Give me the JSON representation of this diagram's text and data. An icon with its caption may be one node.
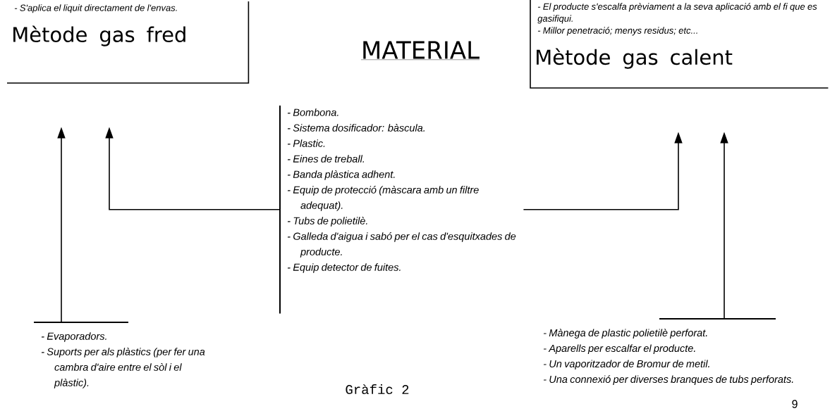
{
  "diagram": {
    "title": "MATERIAL",
    "caption": "Gràfic 2",
    "nodes": [
      {
        "text": [
          "- S'aplica el liquit directament de l'envas.",
          "Mètode gas fred"
        ]
      },
      {
        "text": [
          "- El producte s'escalfa prèviament a la seva aplicació amb el fi que es gasifiqui.",
          "- Millor penetració; menys residus; etc...",
          "Mètode gas calent"
        ]
      },
      {
        "text": [
          "- Bombona.",
          "- Sistema dosificador: bàscula.",
          "- Plastic.",
          "- Eines de treball.",
          "- Banda plàstica adhent.",
          "- Equip de protecció (màscara amb un filtre adequat).",
          "- Tubs de polietilè.",
          "- Galleda d'aigua i sabó per el cas d'esquitxades de producte.",
          "- Equip detector de fuites."
        ]
      },
      {
        "text": [
          "- Evaporadors.",
          "- Suports per als plàstics (per fer una cambra d'aire entre el sòl i el plàstic)."
        ]
      },
      {
        "text": [
          "- Mànega de plastic polietilè perforat.",
          "- Aparells per escalfar el producte.",
          "- Un vaporitzador de Bromur de metil.",
          "- Una connexió per diverses branques de tubs perforats."
        ]
      }
    ],
    "edges": [
      {
        "from": 2,
        "to": 0,
        "arrow": "to"
      },
      {
        "from": 3,
        "to": 0,
        "arrow": "to"
      },
      {
        "from": 2,
        "to": 1,
        "arrow": "to"
      },
      {
        "from": 4,
        "to": 1,
        "arrow": "to"
      }
    ],
    "labels": [
      "9"
    ]
  }
}
